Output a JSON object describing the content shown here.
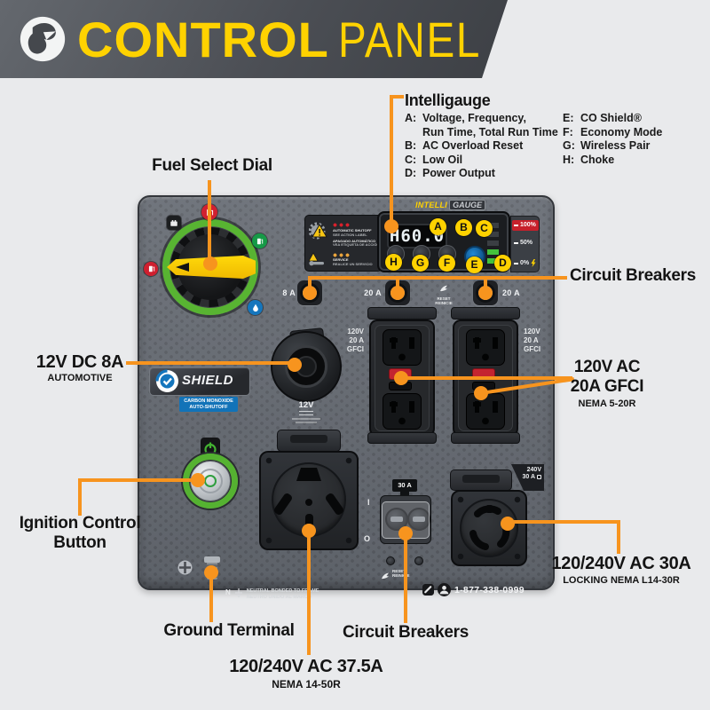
{
  "header": {
    "title_bold": "CONTROL",
    "title_light": "PANEL"
  },
  "intelligauge": {
    "title": "Intelligauge",
    "features_left": [
      {
        "k": "A:",
        "v": "Voltage, Frequency,\nRun Time, Total Run Time"
      },
      {
        "k": "B:",
        "v": "AC Overload Reset"
      },
      {
        "k": "C:",
        "v": "Low Oil"
      },
      {
        "k": "D:",
        "v": "Power Output"
      }
    ],
    "features_right": [
      {
        "k": "E:",
        "v": "CO Shield®"
      },
      {
        "k": "F:",
        "v": "Economy Mode"
      },
      {
        "k": "G:",
        "v": "Wireless Pair"
      },
      {
        "k": "H:",
        "v": "Choke"
      }
    ]
  },
  "callouts": {
    "fuel_select": "Fuel Select Dial",
    "circuit_breakers_top": "Circuit Breakers",
    "dc12_main": "12V DC 8A",
    "dc12_sub": "AUTOMOTIVE",
    "gfci_line1": "120V AC",
    "gfci_line2": "20A GFCI",
    "gfci_sub": "NEMA 5-20R",
    "ignition_line1": "Ignition Control",
    "ignition_line2": "Button",
    "ground": "Ground Terminal",
    "circuit_breakers_bottom": "Circuit Breakers",
    "outlet1450_main": "120/240V AC 37.5A",
    "outlet1450_sub": "NEMA 14-50R",
    "locking_main": "120/240V AC 30A",
    "locking_sub": "LOCKING NEMA L14-30R"
  },
  "panel": {
    "intelli": "INTELLI",
    "gauge": "GAUGE",
    "lcd": "H60.0",
    "badges": [
      "A",
      "B",
      "C",
      "D",
      "E",
      "F",
      "G",
      "H"
    ],
    "power_scale": {
      "p100": "100%",
      "p50": "50%",
      "p0": "0%"
    },
    "warning": {
      "l1": "AUTOMATIC SHUTOFF",
      "l2": "SEE ACTION LABEL",
      "l3": "APAGADO AUTOMÁTICO",
      "l4": "VEA ETIQUETA DE ACCIÓN",
      "s1": "SERVICE",
      "s2": "REALICE UN SERVICIO"
    },
    "breakers": {
      "b1": "8 A",
      "b2": "20 A",
      "b3": "20 A",
      "reset": "RESET",
      "reset_es": "REINICIE"
    },
    "gfci": {
      "l1": "120V",
      "l2": "20 A",
      "l3": "GFCI"
    },
    "v12": "12V",
    "breaker30": {
      "amp": "30 A",
      "on": "I",
      "off": "O",
      "reset": "RESET",
      "reset_es": "REINICIE"
    },
    "locking_tag": {
      "l1": "240V",
      "l2": "30 A"
    },
    "neutral": {
      "n": "N",
      "l1": "NEUTRAL BONDED TO FRAME",
      "l2": "NEUTRO UNIDO AL MARCO"
    },
    "phone": "1-877-338-0999",
    "co_shield": {
      "name": "SHIELD",
      "box1": "CARBON MONOX­IDE",
      "box2": "AUTO-SHUTOFF"
    }
  },
  "colors": {
    "accent": "#F7941E",
    "yellow": "#FFD200",
    "panel": "#686D75",
    "banner": "#4B4E54",
    "green_ring": "#58B432",
    "red": "#C7202B",
    "blue": "#1576BD"
  }
}
